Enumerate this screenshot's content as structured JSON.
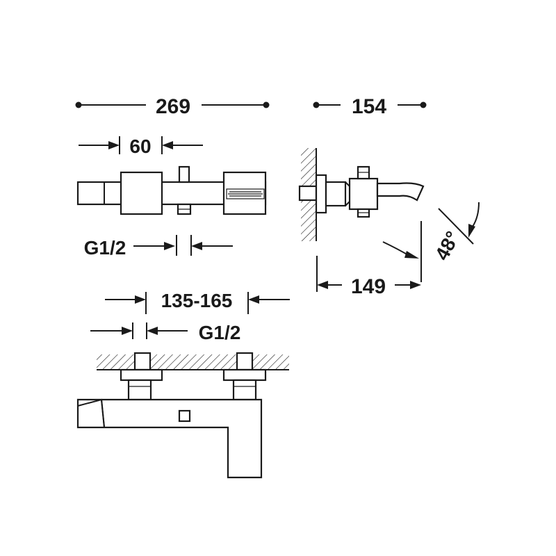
{
  "dimensions": {
    "overall_length": "269",
    "depth": "154",
    "handle_width": "60",
    "inlet_thread_top": "G1/2",
    "projection": "149",
    "spout_angle": "48°",
    "center_distance": "135-165",
    "inlet_thread_front": "G1/2"
  },
  "colors": {
    "line": "#1a1a1a",
    "background": "#ffffff"
  }
}
